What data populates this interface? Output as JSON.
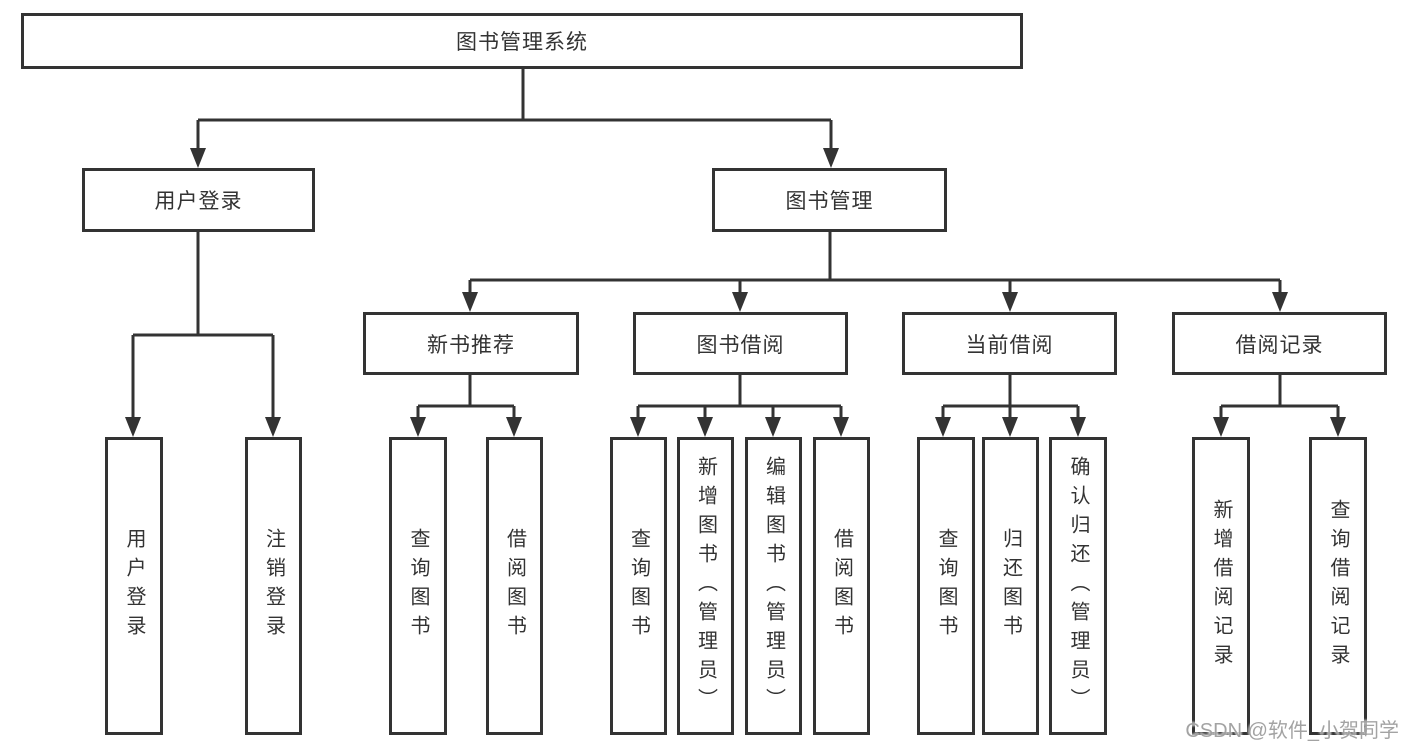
{
  "diagram": {
    "title": "图书管理系统",
    "branches": {
      "user_login": {
        "label": "用户登录",
        "children": {
          "login": "用户登录",
          "logout": "注销登录"
        }
      },
      "book_management": {
        "label": "图书管理",
        "children": {
          "new_book_recommend": {
            "label": "新书推荐",
            "children": {
              "query_book": "查询图书",
              "borrow_book": "借阅图书"
            }
          },
          "book_borrow": {
            "label": "图书借阅",
            "children": {
              "query_book": "查询图书",
              "add_book": "新增图书（管理员）",
              "edit_book": "编辑图书（管理员）",
              "borrow_book": "借阅图书"
            }
          },
          "current_borrow": {
            "label": "当前借阅",
            "children": {
              "query_book": "查询图书",
              "return_book": "归还图书",
              "confirm_return": "确认归还（管理员）"
            }
          },
          "borrow_records": {
            "label": "借阅记录",
            "children": {
              "add_record": "新增借阅记录",
              "query_record": "查询借阅记录"
            }
          }
        }
      }
    },
    "watermark": "CSDN @软件_小贺同学",
    "colors": {
      "line": "#333333",
      "text": "#333333",
      "watermark": "#9e9e9e",
      "background": "#ffffff"
    }
  }
}
